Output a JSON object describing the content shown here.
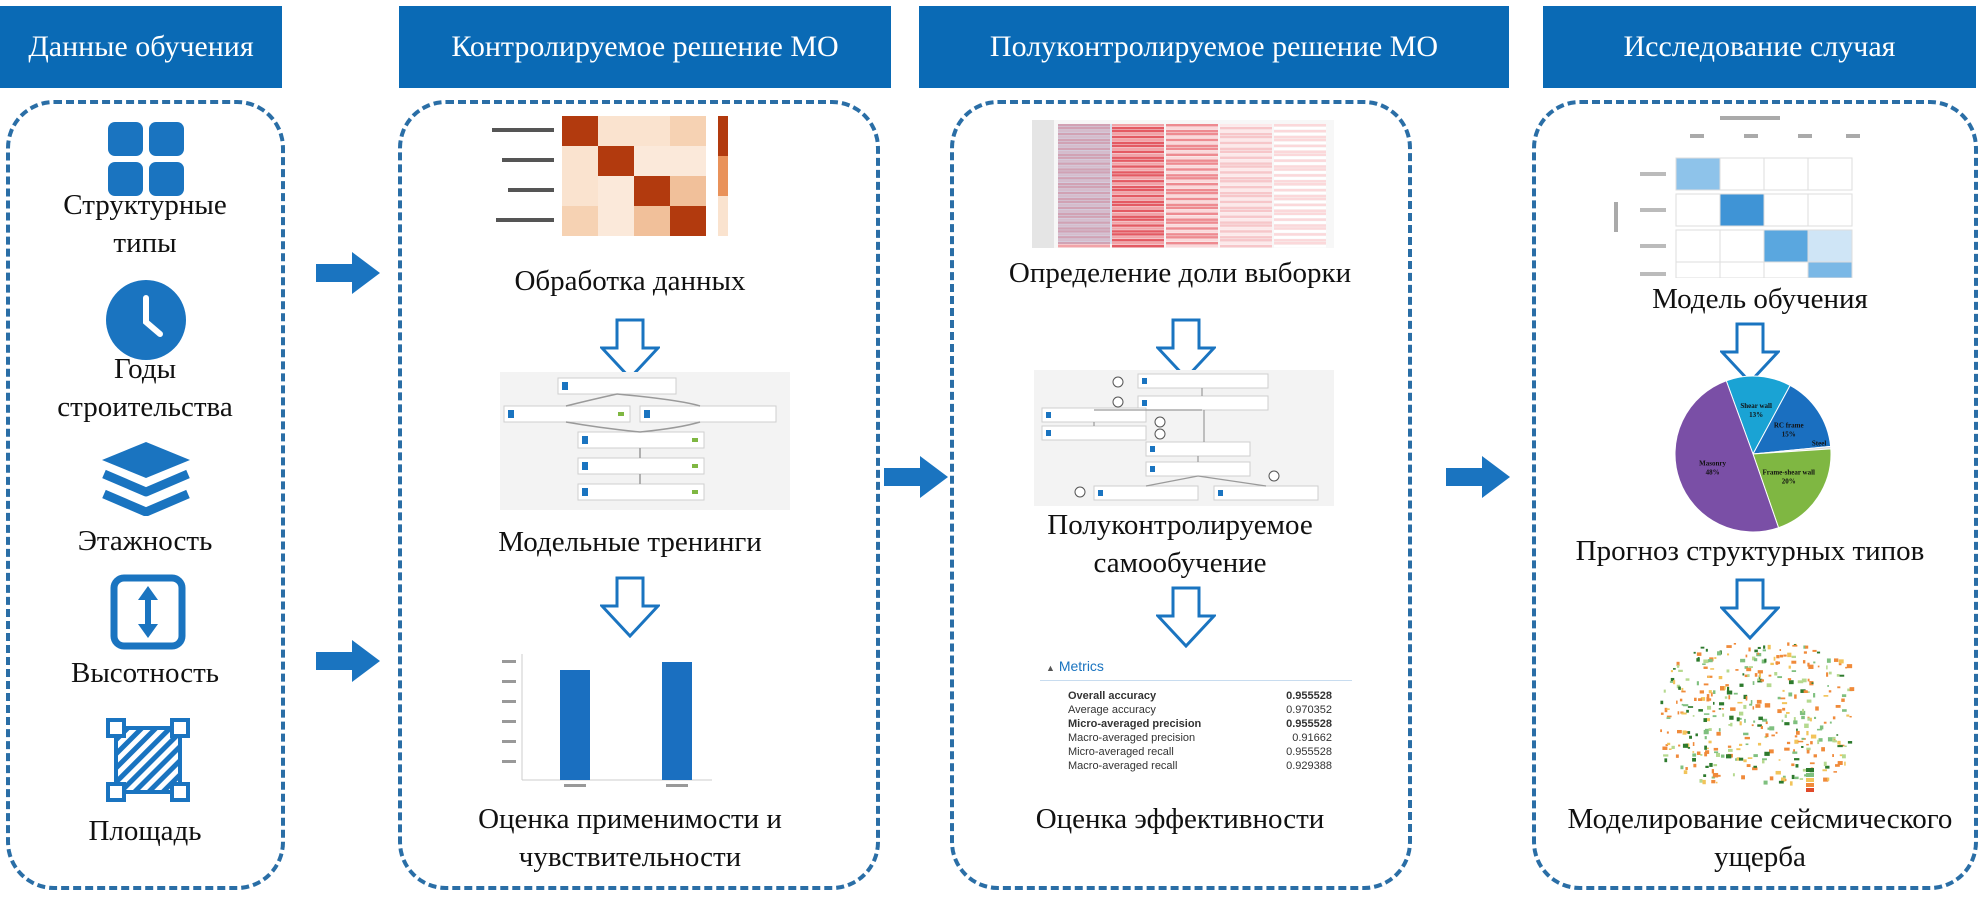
{
  "headers": {
    "col1": "Данные обучения",
    "col2": "Контролируемое решение МО",
    "col3": "Полуконтролируемое решение МО",
    "col4": "Исследование случая"
  },
  "col1": {
    "items": [
      {
        "label": "Структурные типы",
        "icon": "grid-icon"
      },
      {
        "label": "Годы строительства",
        "icon": "clock-icon"
      },
      {
        "label": "Этажность",
        "icon": "layers-icon"
      },
      {
        "label": "Высотность",
        "icon": "height-icon"
      },
      {
        "label": "Площадь",
        "icon": "area-icon"
      }
    ]
  },
  "col2": {
    "steps": [
      "Обработка данных",
      "Модельные тренинги",
      "Оценка применимости и чувствительности"
    ]
  },
  "col3": {
    "steps": [
      "Определение доли выборки",
      "Полуконтролируемое самообучение",
      "Оценка эффективности"
    ],
    "metrics": {
      "title": "Metrics",
      "rows": [
        {
          "name": "Overall accuracy",
          "value": "0.955528"
        },
        {
          "name": "Average accuracy",
          "value": "0.970352"
        },
        {
          "name": "Micro-averaged precision",
          "value": "0.955528"
        },
        {
          "name": "Macro-averaged precision",
          "value": "0.91662"
        },
        {
          "name": "Micro-averaged recall",
          "value": "0.955528"
        },
        {
          "name": "Macro-averaged recall",
          "value": "0.929388"
        }
      ]
    }
  },
  "col4": {
    "steps": [
      "Модель обучения",
      "Прогноз структурных типов",
      "Моделирование сейсмического ущерба"
    ],
    "pie": [
      {
        "label": "Shear wall",
        "pct": "13%",
        "value": 13,
        "color": "#1aa3d4"
      },
      {
        "label": "RC frame",
        "pct": "15%",
        "value": 15,
        "color": "#1a6fc0"
      },
      {
        "label": "Steel",
        "pct": "0%",
        "value": 0.5,
        "color": "#d9d9d9"
      },
      {
        "label": "Frame-shear wall",
        "pct": "20%",
        "value": 20,
        "color": "#7fb742"
      },
      {
        "label": "Masonry",
        "pct": "48%",
        "value": 48,
        "color": "#7a4fa6"
      }
    ]
  },
  "colors": {
    "header": "#0a6ab5",
    "border": "#2a6ea6",
    "arrow": "#1a74c0"
  }
}
